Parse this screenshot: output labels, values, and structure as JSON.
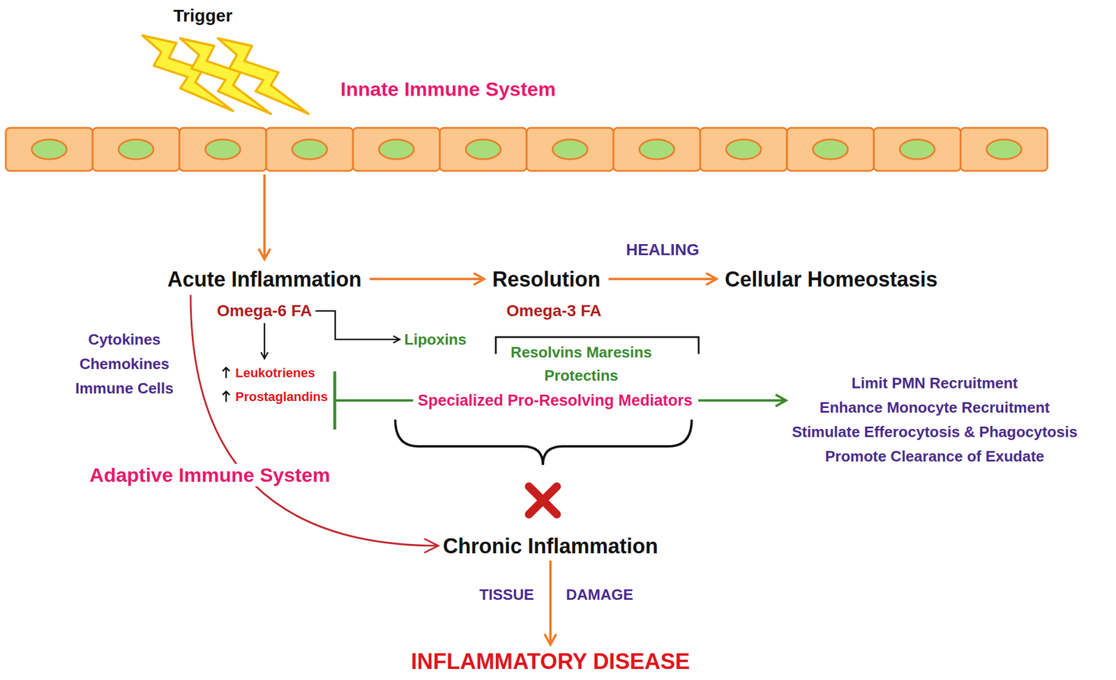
{
  "diagram": {
    "nodes": [
      {
        "text": [
          "Acute Inflammation"
        ]
      },
      {
        "text": [
          "Resolution"
        ]
      },
      {
        "text": [
          "Cellular Homeostasis"
        ]
      },
      {
        "text": [
          "Omega-6 FA"
        ]
      },
      {
        "text": [
          "Lipoxins"
        ]
      },
      {
        "text": [
          "Leukotrienes",
          "Prostaglandins"
        ]
      },
      {
        "text": [
          "Specialized Pro-Resolving Mediators"
        ]
      },
      {
        "text": [
          "Limit PMN Recruitment",
          "Enhance Monocyte Recruitment",
          "Stimulate Efferocytosis & Phagocytosis",
          "Promote Clearance of Exudate"
        ]
      },
      {
        "text": [
          "Chronic Inflammation"
        ]
      },
      {
        "text": [
          "INFLAMMATORY DISEASE"
        ]
      }
    ],
    "edges": [
      {
        "from": 0,
        "to": 1,
        "arrow": "to"
      },
      {
        "from": 1,
        "to": 2,
        "label": "HEALING",
        "arrow": "to"
      },
      {
        "from": 3,
        "to": 4,
        "arrow": "to"
      },
      {
        "from": 3,
        "to": 5,
        "arrow": "to"
      },
      {
        "from": 6,
        "to": 5,
        "arrow": "to"
      },
      {
        "from": 6,
        "to": 7,
        "arrow": "to"
      },
      {
        "from": 0,
        "to": 8,
        "label": "Adaptive Immune System",
        "arrow": "to"
      },
      {
        "from": 8,
        "to": 9,
        "label": "TISSUE DAMAGE",
        "arrow": "to"
      }
    ],
    "labels": [
      "Trigger",
      "Innate Immune System",
      "Cytokines Chemokines Immune Cells",
      "Omega-3 FA",
      "Resolvins Maresins Protectins"
    ]
  }
}
